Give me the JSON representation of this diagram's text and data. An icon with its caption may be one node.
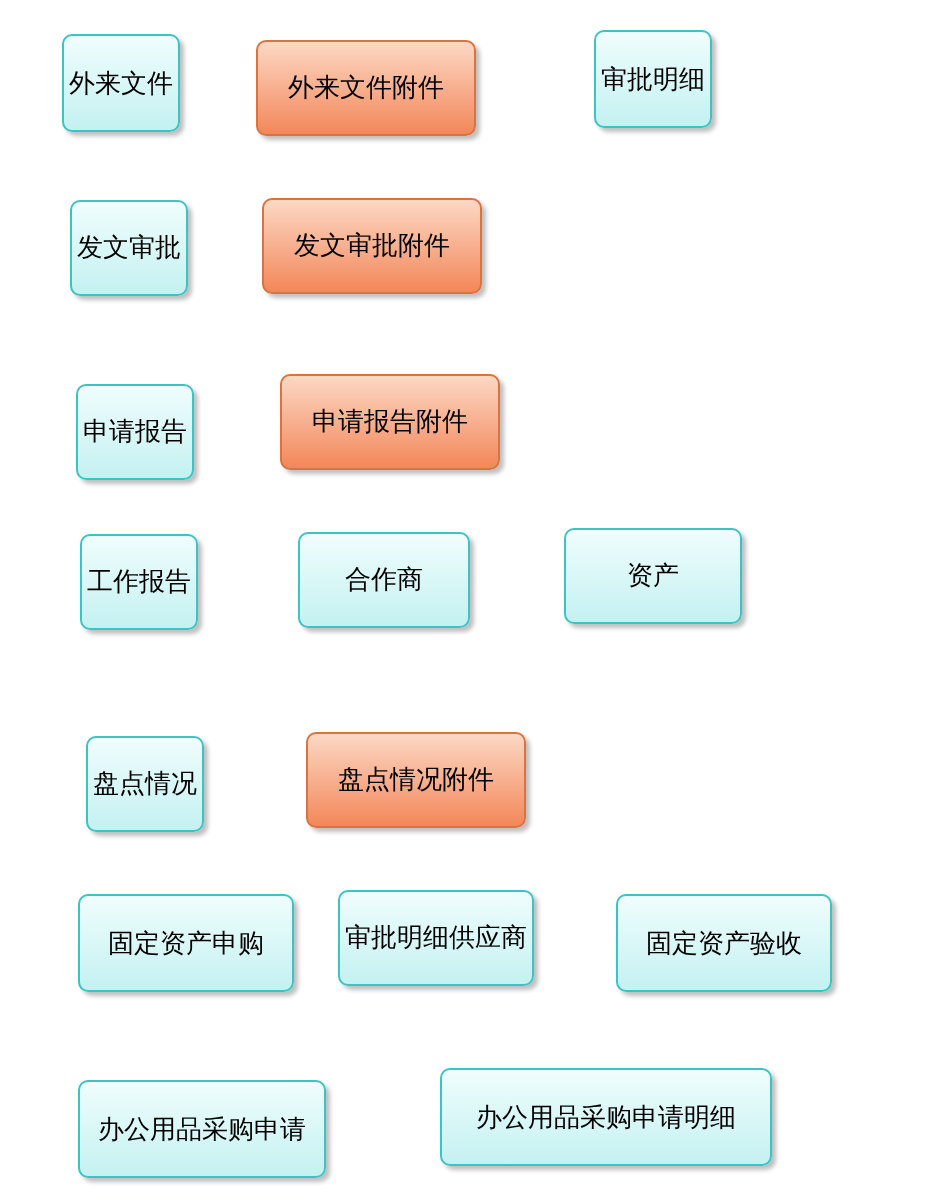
{
  "diagram": {
    "nodes": [
      {
        "text": [
          "外来文件"
        ]
      },
      {
        "text": [
          "外来文件附件"
        ]
      },
      {
        "text": [
          "审批明细"
        ]
      },
      {
        "text": [
          "发文审批"
        ]
      },
      {
        "text": [
          "发文审批附件"
        ]
      },
      {
        "text": [
          "申请报告"
        ]
      },
      {
        "text": [
          "申请报告附件"
        ]
      },
      {
        "text": [
          "工作报告"
        ]
      },
      {
        "text": [
          "合作商"
        ]
      },
      {
        "text": [
          "资产"
        ]
      },
      {
        "text": [
          "盘点情况"
        ]
      },
      {
        "text": [
          "盘点情况附件"
        ]
      },
      {
        "text": [
          "固定资产申购"
        ]
      },
      {
        "text": [
          "审批明细供应商"
        ]
      },
      {
        "text": [
          "固定资产验收"
        ]
      },
      {
        "text": [
          "办公用品采购申请"
        ]
      },
      {
        "text": [
          "办公用品采购申请明细"
        ]
      }
    ]
  }
}
